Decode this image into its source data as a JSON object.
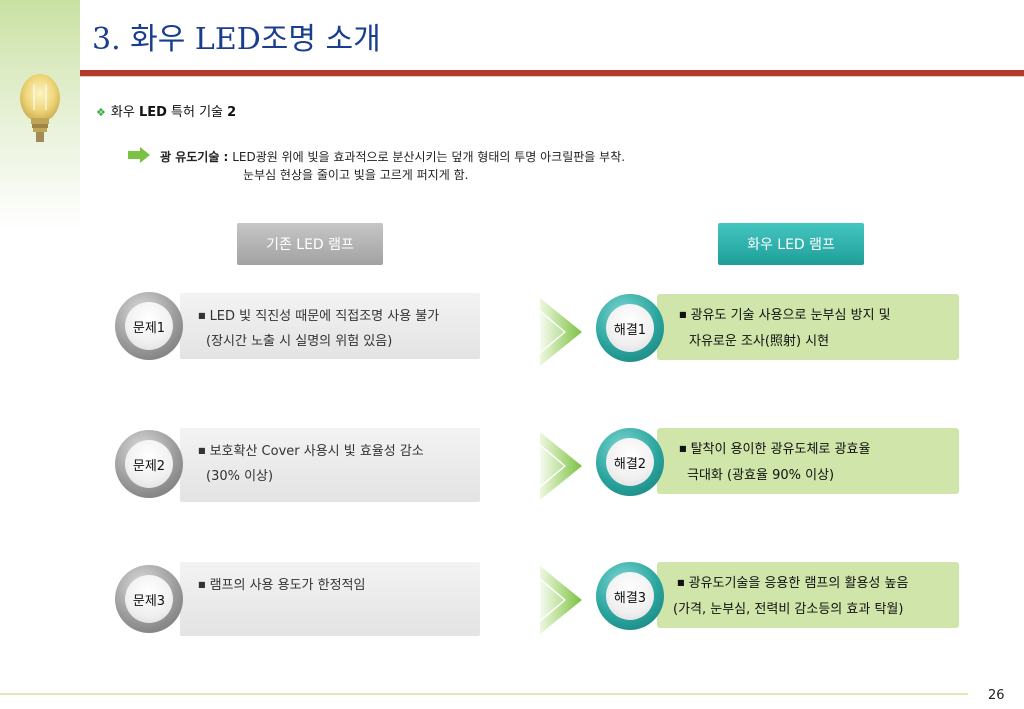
{
  "title": "3. 화우 LED조명 소개",
  "section": {
    "bullet": "❖",
    "prefix": "화우",
    "bold": "LED",
    "middle": "특허 기술",
    "number": "2"
  },
  "description": {
    "label": "광 유도기술 :",
    "line1": "LED광원 위에 빛을 효과적으로 분산시키는 덮개 형태의 투명 아크릴판을 부착.",
    "line2": "눈부심 현상을 줄이고 빛을 고르게 퍼지게 함."
  },
  "headers": {
    "existing": "기존 LED 램프",
    "hwawoo": "화우 LED 램프"
  },
  "problems": [
    {
      "badge": "문제1",
      "line1": "LED 빛 직진성 때문에 직접조명 사용 불가",
      "line2": "(장시간 노출 시 실명의 위험 있음)"
    },
    {
      "badge": "문제2",
      "line1": "보호확산 Cover 사용시 빛 효율성 감소",
      "line2": "(30% 이상)"
    },
    {
      "badge": "문제3",
      "line1": "램프의 사용 용도가 한정적임",
      "line2": ""
    }
  ],
  "solutions": [
    {
      "badge": "해결1",
      "line1": "광유도 기술 사용으로 눈부심 방지 및",
      "line2": "자유로운 조사(照射) 시현"
    },
    {
      "badge": "해결2",
      "line1": "탈착이 용이한 광유도체로 광효율",
      "line2": "극대화 (광효율 90% 이상)"
    },
    {
      "badge": "해결3",
      "line1": "광유도기술을 응용한 램프의 활용성 높음",
      "line2": "(가격, 눈부심, 전력비 감소등의 효과 탁월)"
    }
  ],
  "bullet_mark": "■",
  "page_number": "26",
  "colors": {
    "title": "#1a3d8f",
    "title_rule": "#b13a2c",
    "header_existing": "#a8a8a8",
    "header_hwawoo": "#23a8a1",
    "solution_box": "#cfe5a9",
    "problem_box": "#e8e8e8",
    "arrow": "#7cc242",
    "chevron": "#8cc63f"
  },
  "icons": {
    "section_bullet": "diamond-bullet-icon",
    "description_arrow": "green-right-arrow-icon",
    "flow_arrow": "green-chevron-arrow-icon",
    "decoration": "led-bulb-icon"
  }
}
